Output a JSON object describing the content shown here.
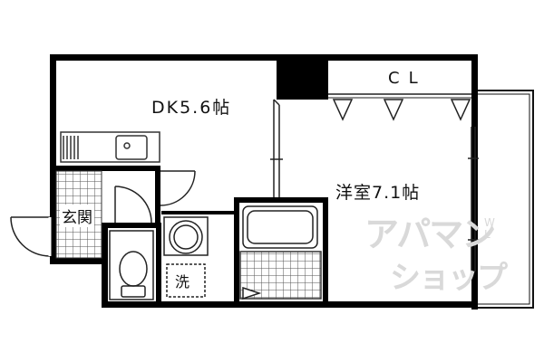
{
  "rooms": {
    "dk_label": "DK5.6帖",
    "western_label": "洋室7.1帖",
    "closet_label": "CL",
    "entrance_label": "玄関",
    "washer_label": "洗"
  },
  "watermark": {
    "main": "アパマン",
    "sub": "ショップ",
    "small": "WL"
  },
  "colors": {
    "wall": "#000000",
    "line": "#333333",
    "tile": "#555555",
    "background": "#ffffff",
    "watermark": "#d9d9d9"
  }
}
